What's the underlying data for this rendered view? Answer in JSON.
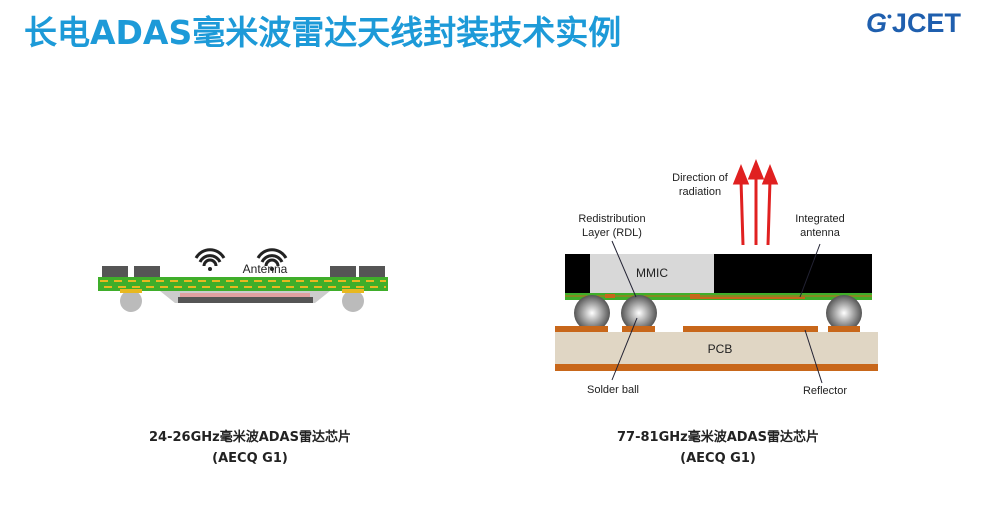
{
  "title": "长电ADAS毫米波雷达天线封装技术实例",
  "logo": "JCET",
  "left_diagram": {
    "antenna_label": "Antenna",
    "caption": "24-26GHz毫米波ADAS雷达芯片",
    "caption_sub": "(AECQ G1)"
  },
  "right_diagram": {
    "direction_label": "Direction of radiation",
    "rdl_label": "Redistribution Layer (RDL)",
    "integrated_antenna_label": "Integrated antenna",
    "mmic_label": "MMIC",
    "pcb_label": "PCB",
    "solder_ball_label": "Solder ball",
    "reflector_label": "Reflector",
    "caption": "77-81GHz毫米波ADAS雷达芯片",
    "caption_sub": "(AECQ G1)"
  },
  "colors": {
    "title": "#1d9ad8",
    "logo": "#1f5fae",
    "green": "#3fae2a",
    "copper": "#c8671a",
    "pcb": "#e0d6c4",
    "arrow": "#e02020"
  }
}
